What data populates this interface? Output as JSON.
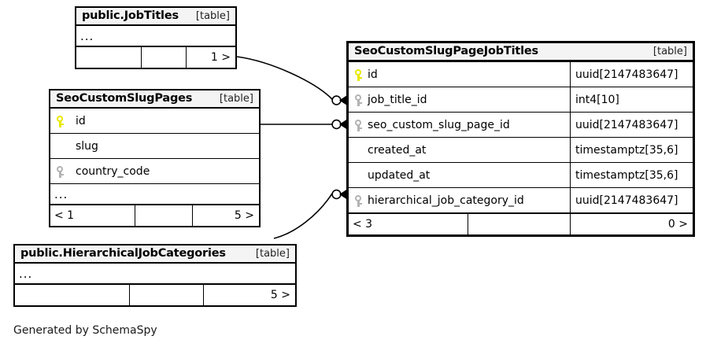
{
  "diagram": {
    "tool": "SchemaSpy",
    "caption": "Generated by SchemaSpy",
    "table_tag": "[table]",
    "ellipsis": "...",
    "colors": {
      "primary_key": "#e8e800",
      "foreign_key": "#b3b3b3",
      "border": "#000000",
      "header_fill": "#f4f4f4",
      "background": "#ffffff"
    }
  },
  "tables": {
    "job_titles": {
      "name": "public.JobTitles",
      "tag": "[table]",
      "ellipsis": "...",
      "footer": {
        "left": "",
        "mid": "",
        "right": "1 >"
      }
    },
    "seo_custom_slug_pages": {
      "name": "SeoCustomSlugPages",
      "tag": "[table]",
      "ellipsis": "...",
      "columns": [
        {
          "key": "pk",
          "name": "id"
        },
        {
          "key": "none",
          "name": "slug"
        },
        {
          "key": "fk",
          "name": "country_code"
        }
      ],
      "footer": {
        "left": "< 1",
        "mid": "",
        "right": "5 >"
      }
    },
    "seo_custom_slug_page_job_titles": {
      "name": "SeoCustomSlugPageJobTitles",
      "tag": "[table]",
      "columns": [
        {
          "key": "pk",
          "name": "id",
          "type": "uuid[2147483647]"
        },
        {
          "key": "fk",
          "name": "job_title_id",
          "type": "int4[10]"
        },
        {
          "key": "fk",
          "name": "seo_custom_slug_page_id",
          "type": "uuid[2147483647]"
        },
        {
          "key": "none",
          "name": "created_at",
          "type": "timestamptz[35,6]"
        },
        {
          "key": "none",
          "name": "updated_at",
          "type": "timestamptz[35,6]"
        },
        {
          "key": "fk",
          "name": "hierarchical_job_category_id",
          "type": "uuid[2147483647]"
        }
      ],
      "footer": {
        "left": "< 3",
        "mid": "",
        "right": "0 >"
      }
    },
    "hierarchical_job_categories": {
      "name": "public.HierarchicalJobCategories",
      "tag": "[table]",
      "ellipsis": "...",
      "footer": {
        "left": "",
        "mid": "",
        "right": "5 >"
      }
    }
  },
  "relationships": [
    {
      "from": "public.JobTitles",
      "to": "job_title_id"
    },
    {
      "from": "SeoCustomSlugPages.id",
      "to": "seo_custom_slug_page_id"
    },
    {
      "from": "public.HierarchicalJobCategories",
      "to": "hierarchical_job_category_id"
    }
  ]
}
